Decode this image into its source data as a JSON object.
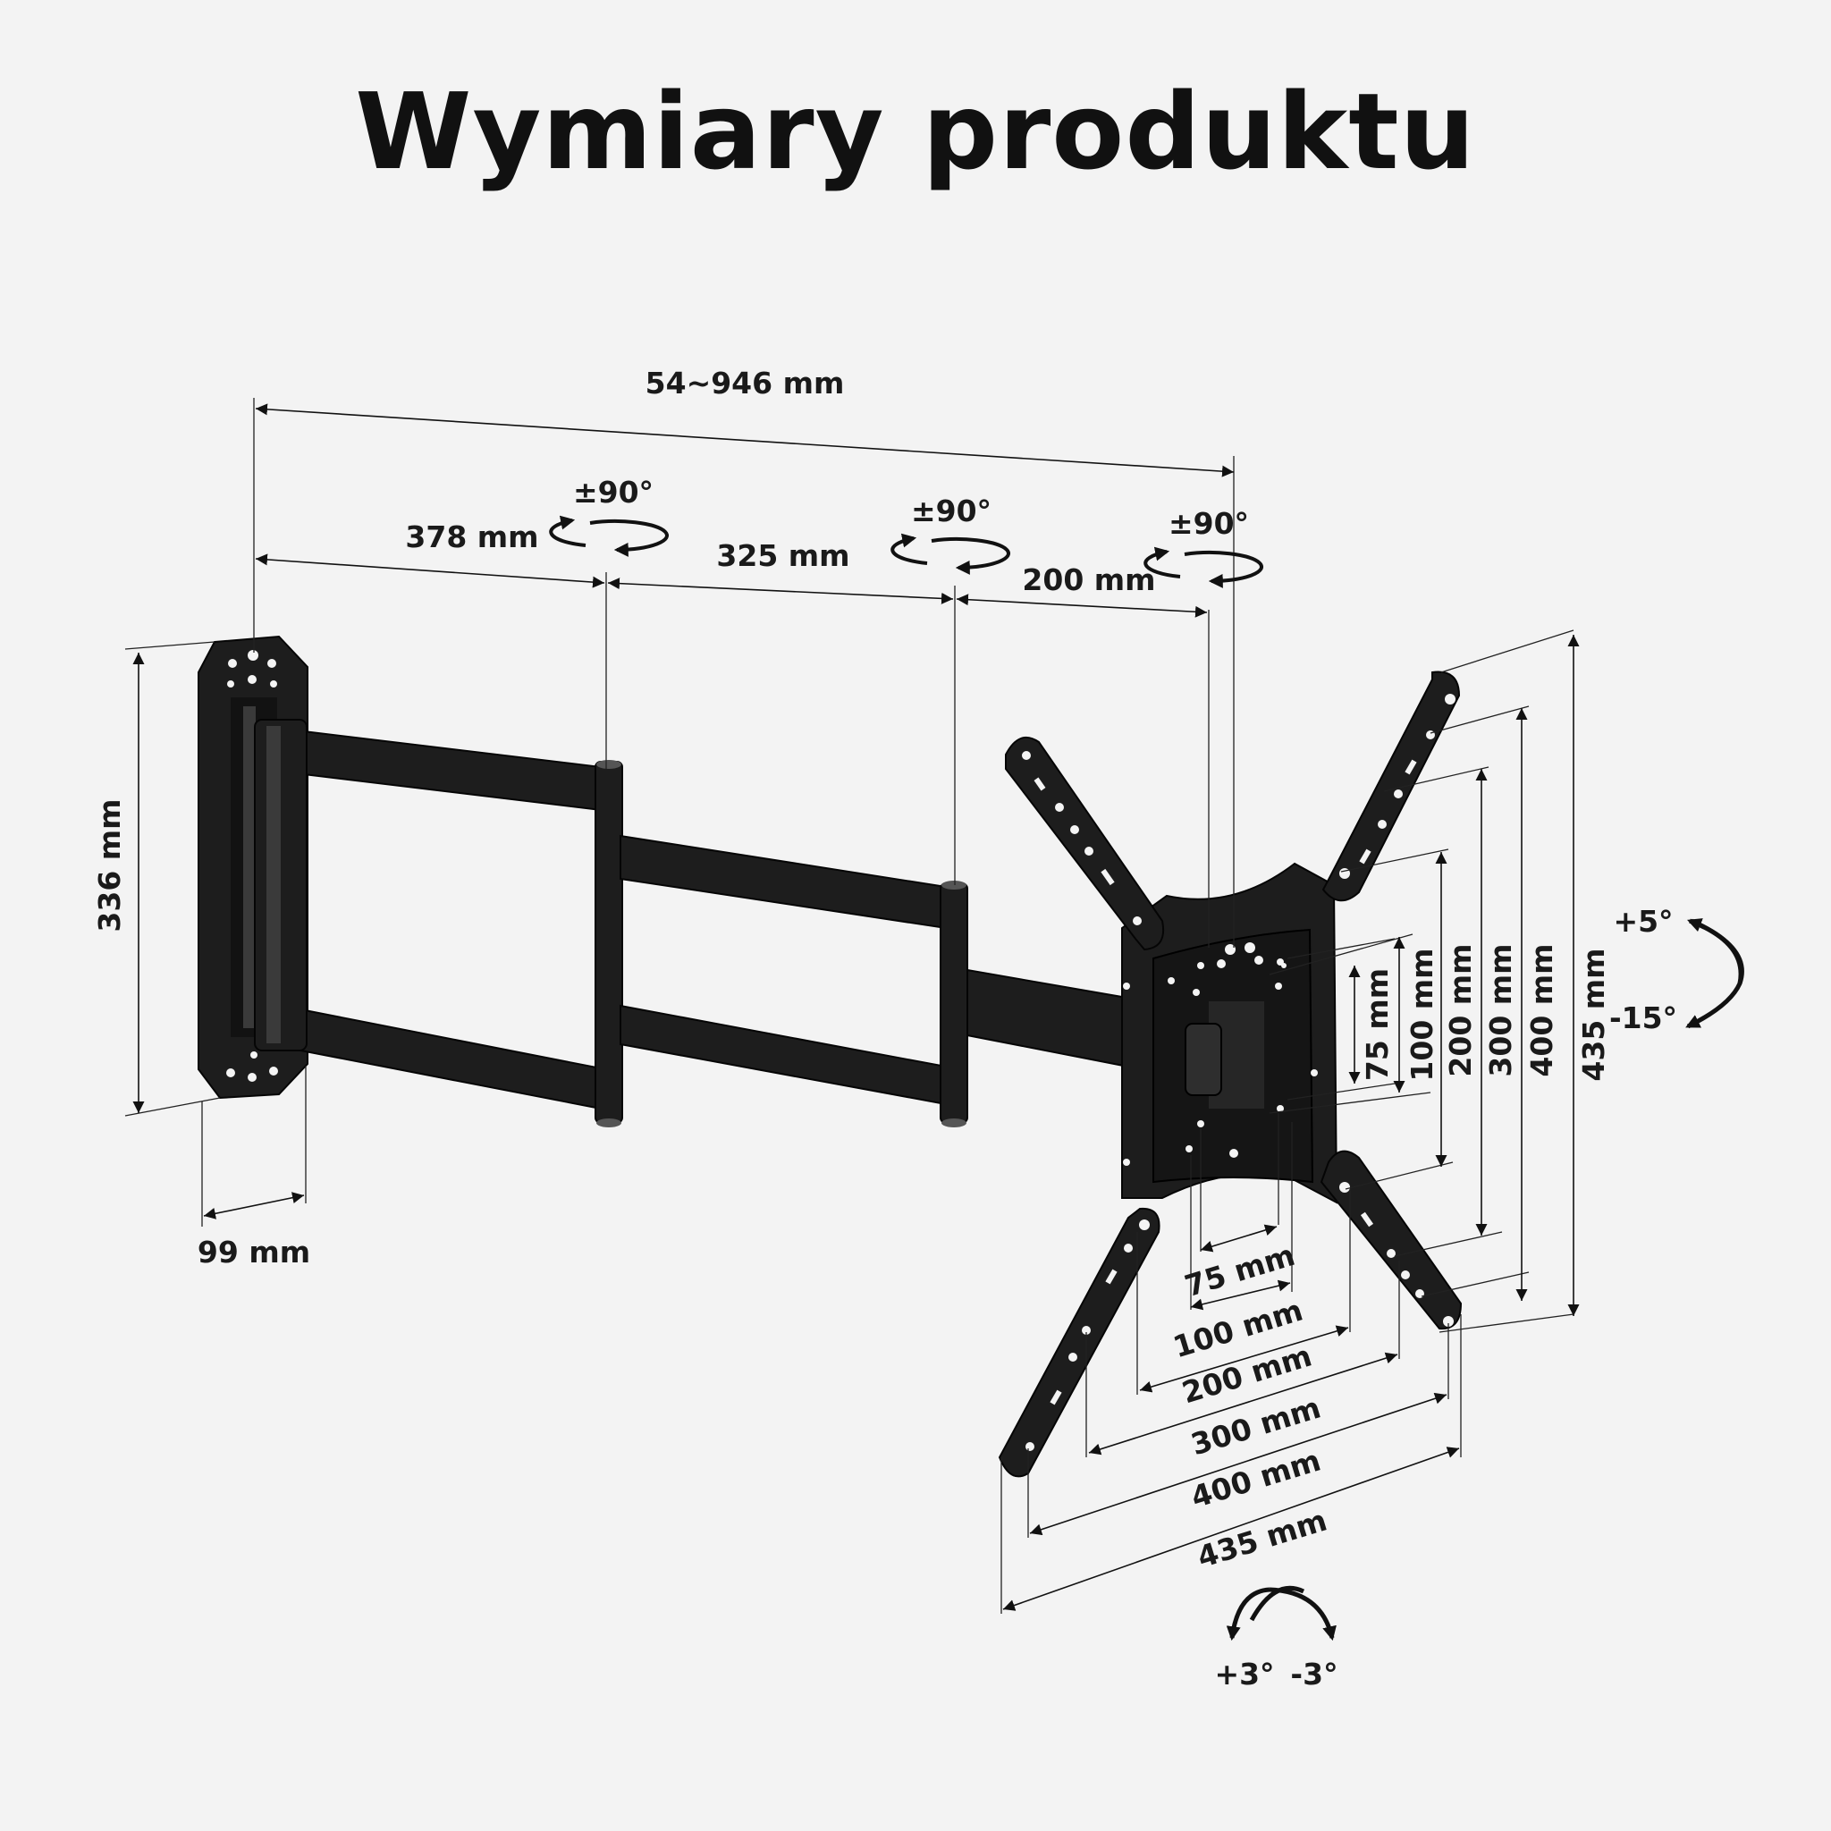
{
  "title": "Wymiary produktu",
  "dimensions": {
    "total_extension": "54~946 mm",
    "arm1_length": "378 mm",
    "arm2_length": "325 mm",
    "arm3_length": "200 mm",
    "wall_plate_height": "336 mm",
    "wall_plate_depth": "99 mm",
    "vesa_h_75": "75 mm",
    "vesa_h_100": "100 mm",
    "vesa_h_200": "200 mm",
    "vesa_h_300": "300 mm",
    "vesa_h_400": "400 mm",
    "vesa_h_435": "435 mm",
    "vesa_v_75": "75 mm",
    "vesa_v_100": "100 mm",
    "vesa_v_200": "200 mm",
    "vesa_v_300": "300 mm",
    "vesa_v_400": "400 mm",
    "vesa_v_435": "435 mm"
  },
  "rotations": {
    "joint1": "±90°",
    "joint2": "±90°",
    "joint3": "±90°",
    "tilt_up": "+5°",
    "tilt_down": "-15°",
    "level_plus": "+3°",
    "level_minus": "-3°"
  },
  "colors": {
    "metal": "#1d1d1d",
    "background": "#f3f3f3",
    "line": "#111111"
  }
}
